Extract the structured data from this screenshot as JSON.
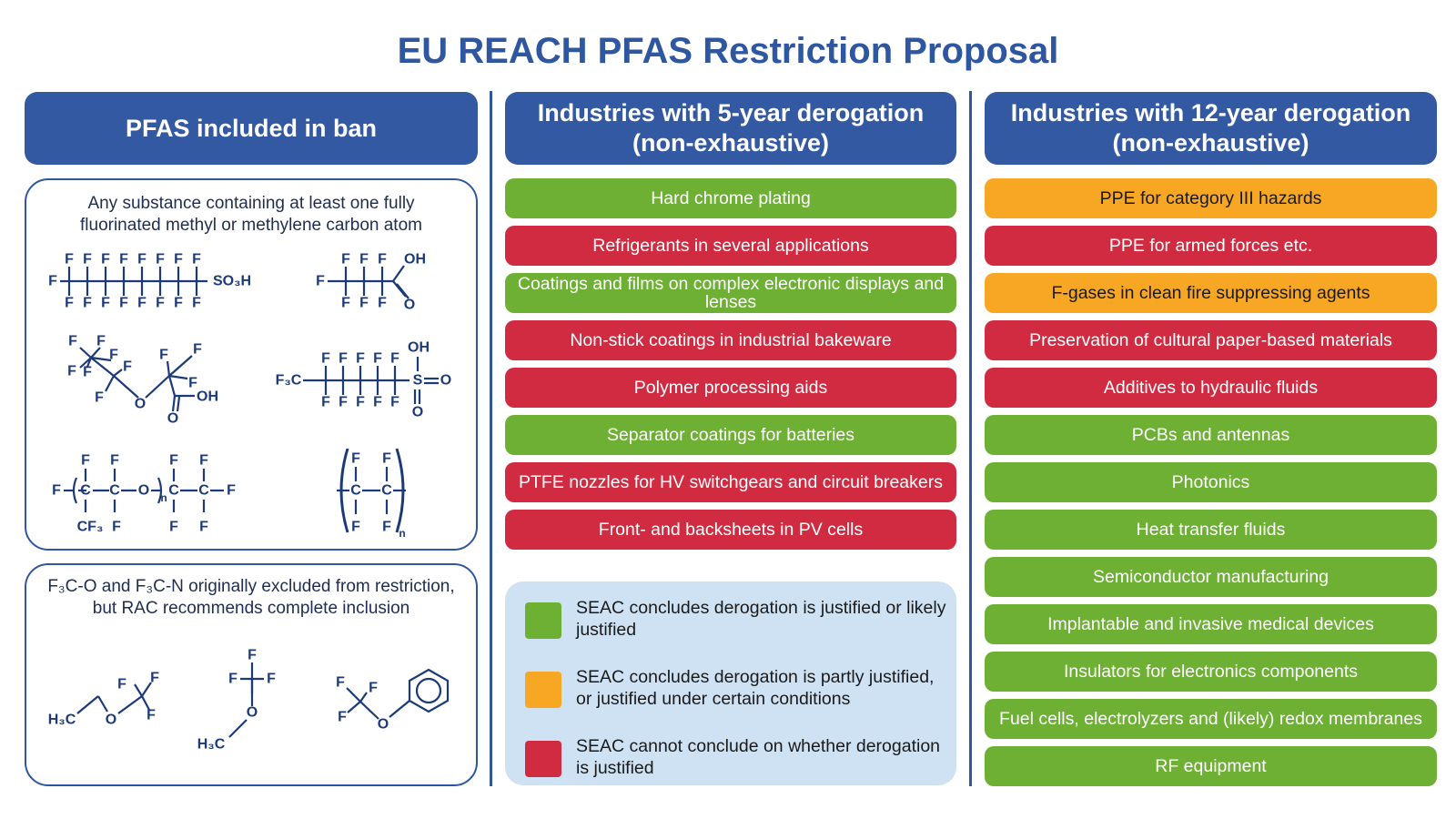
{
  "title": "EU REACH PFAS Restriction Proposal",
  "columns": {
    "ban": {
      "header": "PFAS included in ban"
    },
    "five_year": {
      "header_line1": "Industries with 5-year derogation",
      "header_line2": "(non-exhaustive)"
    },
    "twelve_year": {
      "header_line1": "Industries with 12-year derogation",
      "header_line2": "(non-exhaustive)"
    }
  },
  "ban_panel": {
    "description_line1": "Any substance containing at least one fully",
    "description_line2": "fluorinated methyl or methylene carbon atom",
    "exclusion_line1": "F₃C-O and F₃C-N originally excluded from restriction,",
    "exclusion_line2": "but RAC recommends complete inclusion"
  },
  "chem": {
    "F": "F",
    "SO3H": "SO₃H",
    "OH": "OH",
    "O": "O",
    "F3C": "F₃C",
    "S": "S",
    "C": "C",
    "CF3": "CF₃",
    "n": "n",
    "H3C": "H₃C"
  },
  "five_year_items": [
    {
      "label": "Hard chrome plating",
      "status": "green"
    },
    {
      "label": "Refrigerants in several applications",
      "status": "red"
    },
    {
      "label": "Coatings and films on complex electronic displays and lenses",
      "status": "green"
    },
    {
      "label": "Non-stick coatings in industrial bakeware",
      "status": "red"
    },
    {
      "label": "Polymer processing aids",
      "status": "red"
    },
    {
      "label": "Separator coatings for batteries",
      "status": "green"
    },
    {
      "label": "PTFE nozzles for HV switchgears and circuit breakers",
      "status": "red"
    },
    {
      "label": "Front- and backsheets in PV cells",
      "status": "red"
    }
  ],
  "twelve_year_items": [
    {
      "label": "PPE for category III hazards",
      "status": "orange"
    },
    {
      "label": "PPE for armed forces etc.",
      "status": "red"
    },
    {
      "label": "F-gases in clean fire suppressing agents",
      "status": "orange"
    },
    {
      "label": "Preservation of cultural paper-based materials",
      "status": "red"
    },
    {
      "label": "Additives to hydraulic fluids",
      "status": "red"
    },
    {
      "label": "PCBs and antennas",
      "status": "green"
    },
    {
      "label": "Photonics",
      "status": "green"
    },
    {
      "label": "Heat transfer fluids",
      "status": "green"
    },
    {
      "label": "Semiconductor manufacturing",
      "status": "green"
    },
    {
      "label": "Implantable and invasive medical devices",
      "status": "green"
    },
    {
      "label": "Insulators for electronics components",
      "status": "green"
    },
    {
      "label": "Fuel cells, electrolyzers and (likely) redox membranes",
      "status": "green"
    },
    {
      "label": "RF equipment",
      "status": "green"
    }
  ],
  "legend": [
    {
      "label": "SEAC concludes derogation is justified or likely justified",
      "color": "#6db033"
    },
    {
      "label": "SEAC concludes derogation is partly justified, or justified under certain conditions",
      "color": "#f7a723"
    },
    {
      "label": "SEAC cannot conclude on whether derogation is justified",
      "color": "#d12b42"
    }
  ],
  "colors": {
    "brand_blue": "#3359a3",
    "green": "#6db033",
    "red": "#d12b42",
    "orange": "#f7a723",
    "legend_bg": "#cfe2f4"
  }
}
